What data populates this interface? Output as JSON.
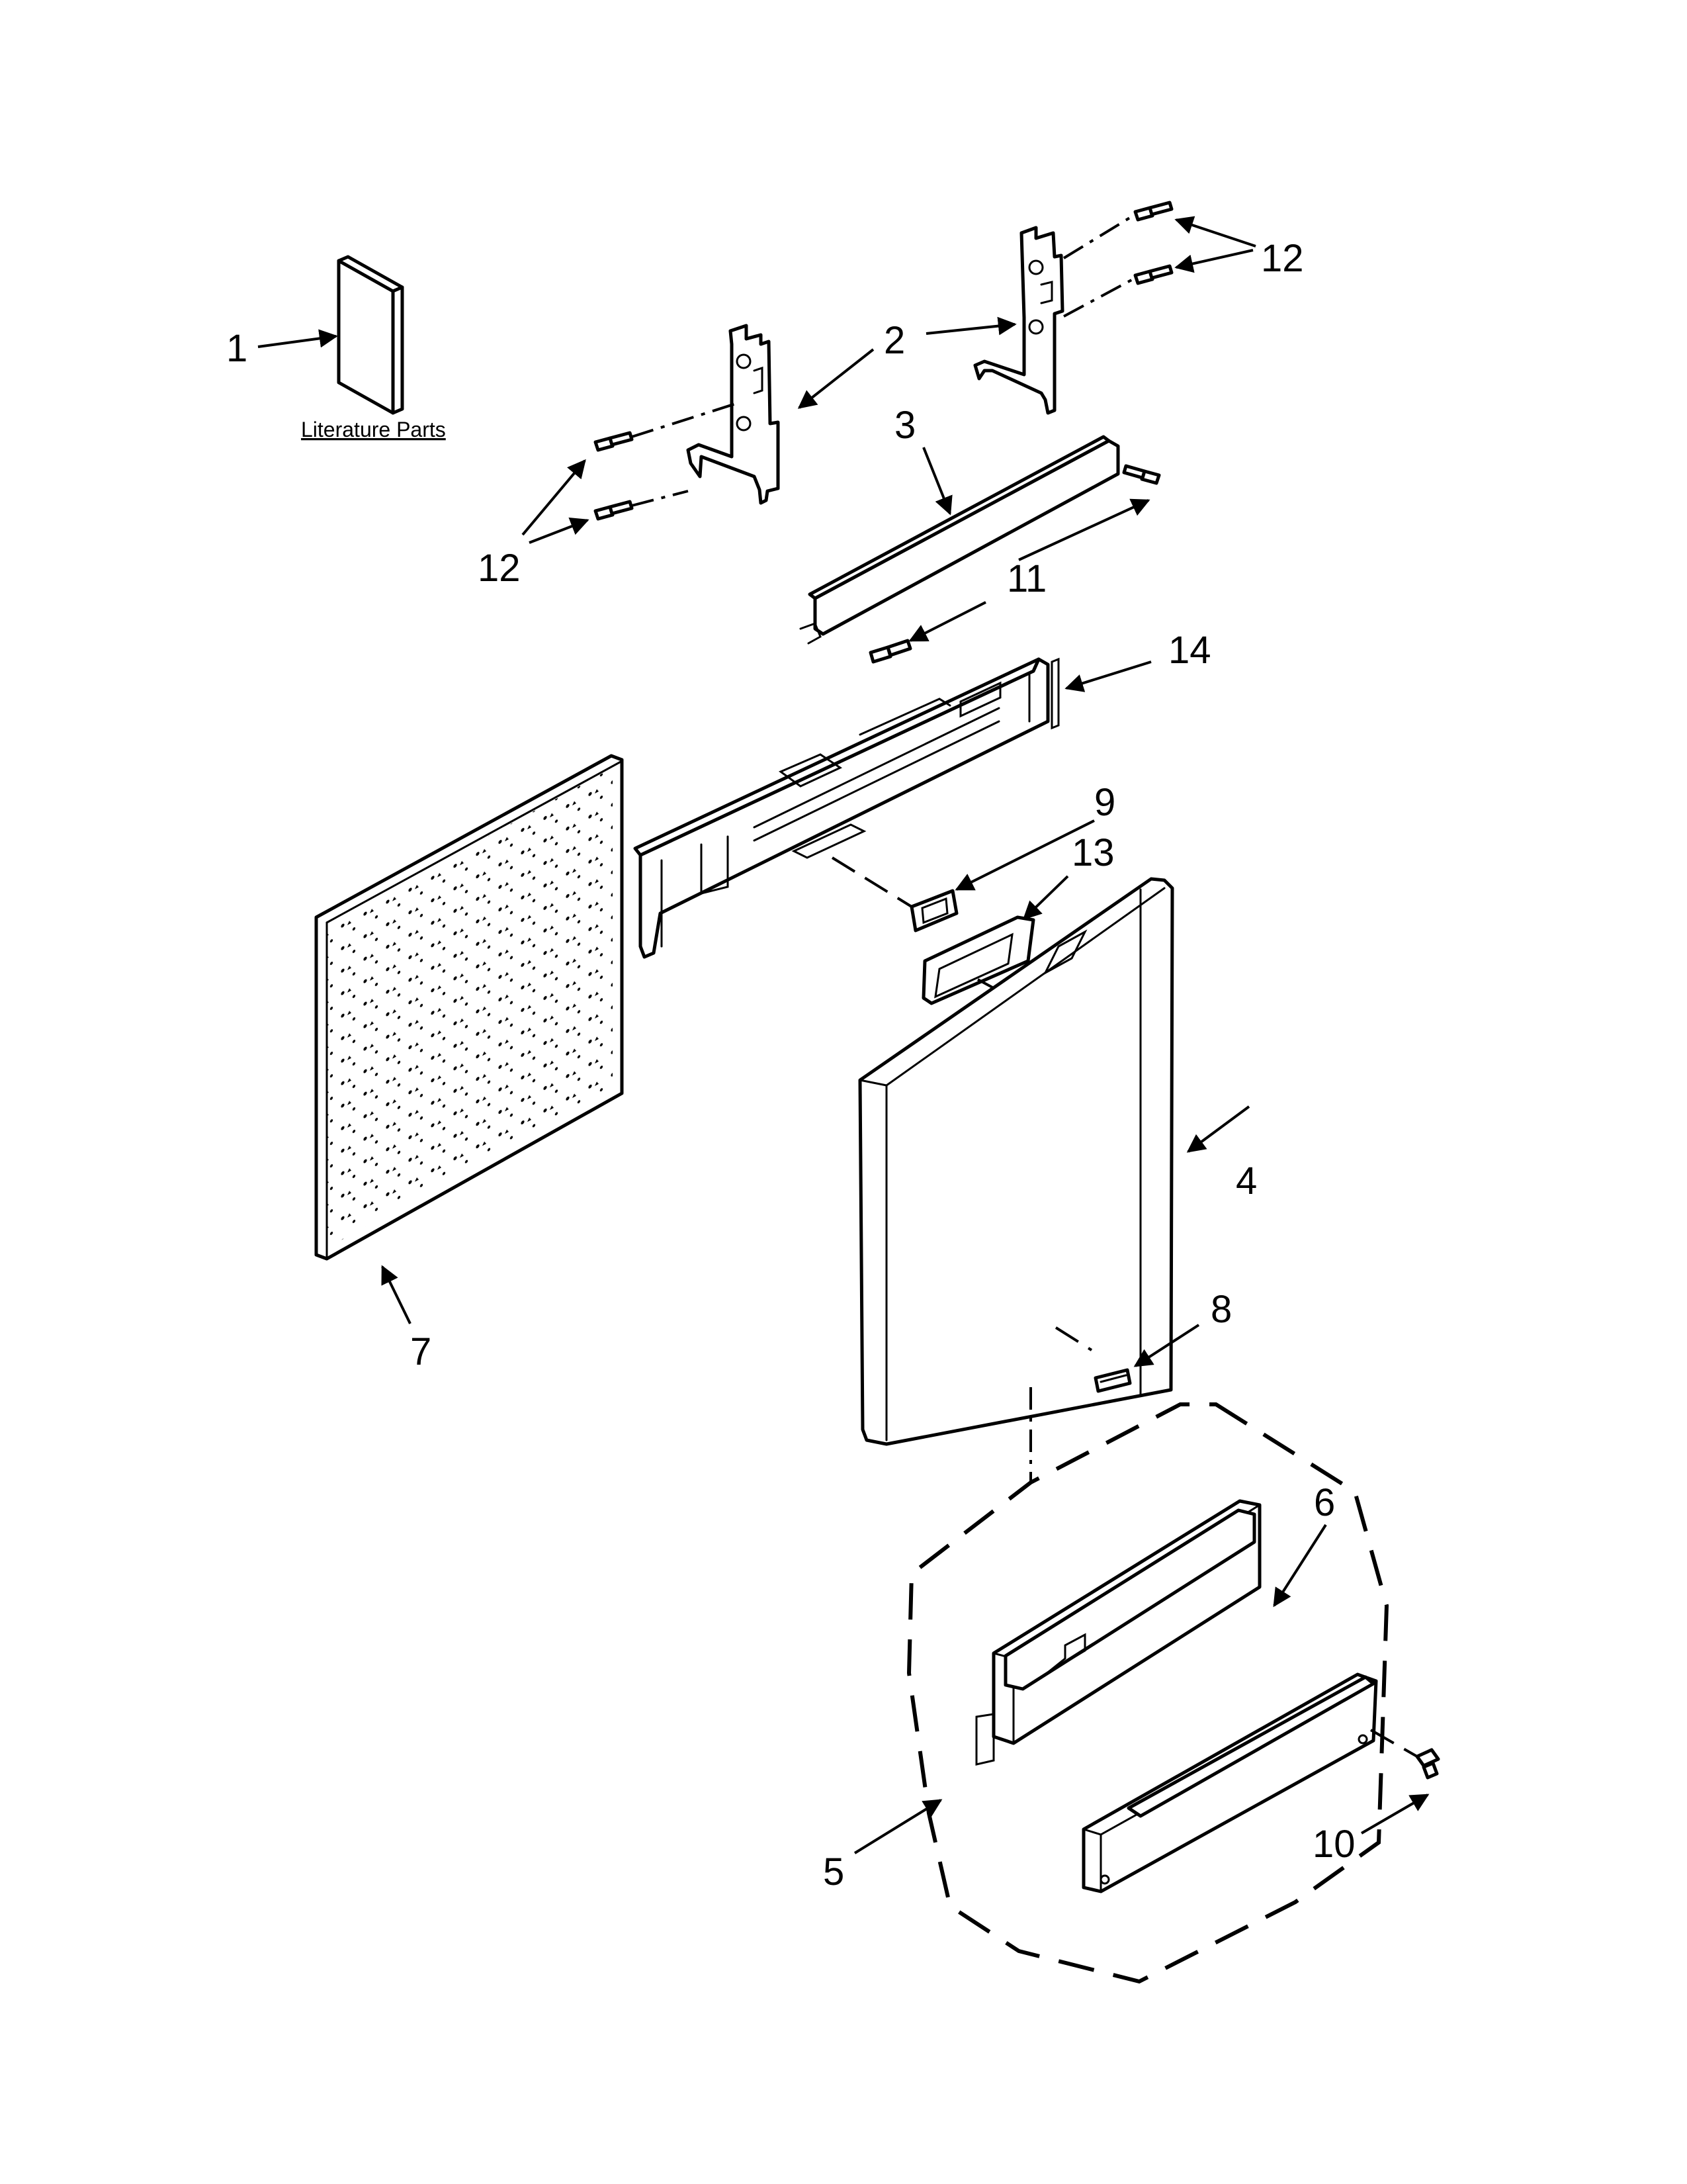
{
  "literature_label": "Literature Parts",
  "callouts": {
    "c1": "1",
    "c2": "2",
    "c3": "3",
    "c4": "4",
    "c5": "5",
    "c6": "6",
    "c7": "7",
    "c8": "8",
    "c9": "9",
    "c10": "10",
    "c11": "11",
    "c12a": "12",
    "c12b": "12",
    "c13": "13",
    "c14": "14"
  }
}
